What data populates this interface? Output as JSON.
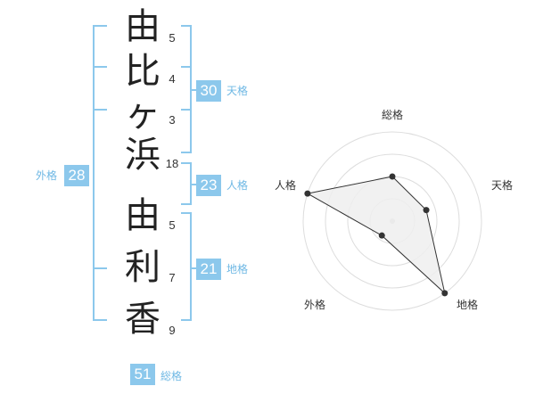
{
  "name": {
    "chars": [
      {
        "char": "由",
        "strokes": "5"
      },
      {
        "char": "比",
        "strokes": "4"
      },
      {
        "char": "ヶ",
        "strokes": "3"
      },
      {
        "char": "浜",
        "strokes": "18"
      },
      {
        "char": "由",
        "strokes": "5"
      },
      {
        "char": "利",
        "strokes": "7"
      },
      {
        "char": "香",
        "strokes": "9"
      }
    ]
  },
  "kakusu": {
    "tenkaku": {
      "value": "30",
      "label": "天格"
    },
    "jinkaku": {
      "value": "23",
      "label": "人格"
    },
    "chikaku": {
      "value": "21",
      "label": "地格"
    },
    "gaikaku": {
      "value": "28",
      "label": "外格"
    },
    "soukaku": {
      "value": "51",
      "label": "総格"
    }
  },
  "colors": {
    "accent": "#8cc8ec",
    "accent_text": "#6fb8e4",
    "radar_fill": "#eeeeee",
    "radar_stroke": "#333333",
    "grid": "#dddddd"
  },
  "chart_data": {
    "type": "radar",
    "axes": [
      "総格",
      "天格",
      "地格",
      "外格",
      "人格"
    ],
    "values": [
      0.5,
      0.4,
      1.0,
      0.2,
      1.0
    ],
    "range": [
      0,
      1
    ],
    "rings": 4
  }
}
